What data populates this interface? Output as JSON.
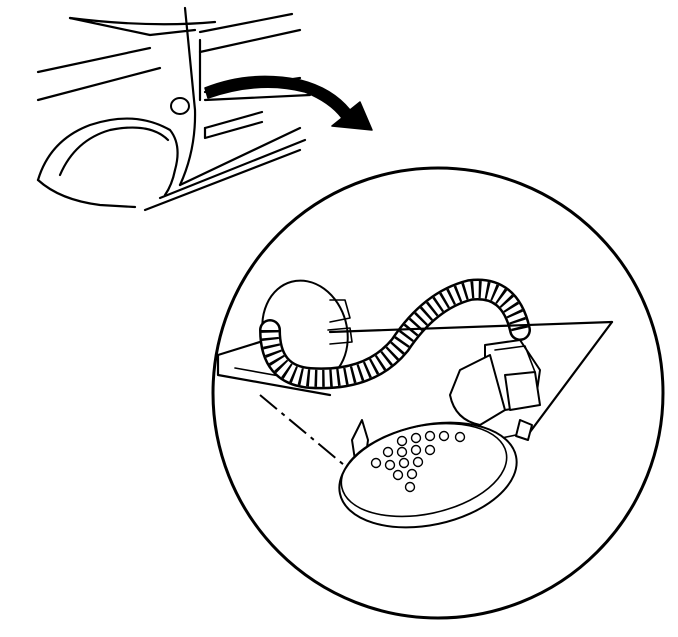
{
  "figure": {
    "overview": "vehicle-quarter-panel",
    "detail": "side-marker-lamp-assembly",
    "callout": "curved-arrow"
  },
  "colors": {
    "line": "#000000",
    "background": "#ffffff"
  }
}
